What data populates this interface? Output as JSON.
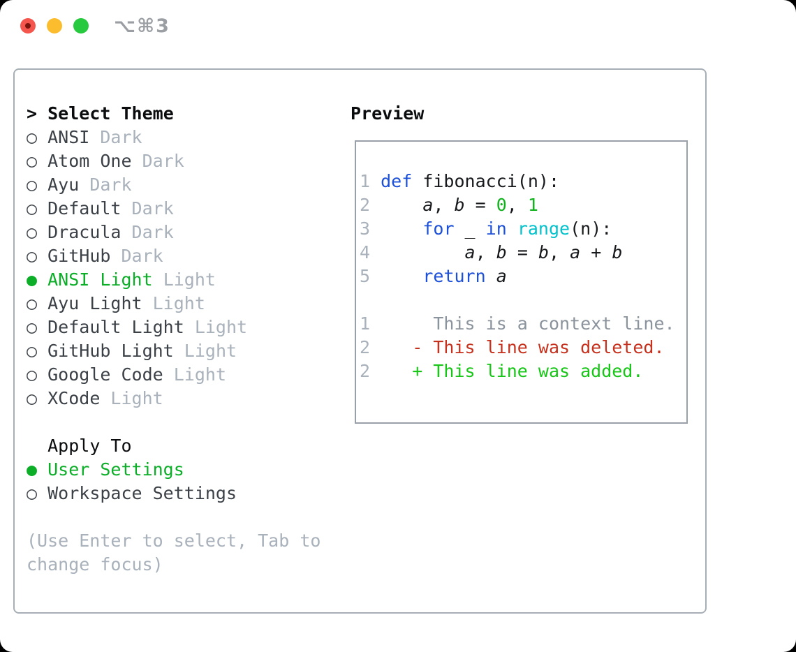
{
  "window": {
    "title": "⌥⌘3"
  },
  "icons": {
    "radio_off": "○",
    "radio_on": "●",
    "cursor_prefix": ">"
  },
  "colors": {
    "traffic_red": "#f4554d",
    "traffic_yellow": "#fbbd2d",
    "traffic_green": "#27c93f",
    "accent_green": "#0cae28",
    "keyword_blue": "#1d50d8",
    "builtin_cyan": "#04c2cc",
    "literal_green": "#12b21e",
    "deleted_red": "#c5311d",
    "added_green": "#17c517",
    "muted_gray": "#a9b1bb",
    "context_gray": "#8b939c"
  },
  "theme_panel": {
    "header_prefix": ">",
    "header": "Select Theme",
    "items": [
      {
        "name": "ANSI",
        "variant": "Dark",
        "selected": false
      },
      {
        "name": "Atom One",
        "variant": "Dark",
        "selected": false
      },
      {
        "name": "Ayu",
        "variant": "Dark",
        "selected": false
      },
      {
        "name": "Default",
        "variant": "Dark",
        "selected": false
      },
      {
        "name": "Dracula",
        "variant": "Dark",
        "selected": false
      },
      {
        "name": "GitHub",
        "variant": "Dark",
        "selected": false
      },
      {
        "name": "ANSI Light",
        "variant": "Light",
        "selected": true
      },
      {
        "name": "Ayu Light",
        "variant": "Light",
        "selected": false
      },
      {
        "name": "Default Light",
        "variant": "Light",
        "selected": false
      },
      {
        "name": "GitHub Light",
        "variant": "Light",
        "selected": false
      },
      {
        "name": "Google Code",
        "variant": "Light",
        "selected": false
      },
      {
        "name": "XCode",
        "variant": "Light",
        "selected": false
      }
    ]
  },
  "apply_panel": {
    "header": "Apply To",
    "options": [
      {
        "label": "User Settings",
        "selected": true
      },
      {
        "label": "Workspace Settings",
        "selected": false
      }
    ]
  },
  "hint": {
    "line1": "(Use Enter to select, Tab to",
    "line2": "change focus)"
  },
  "preview": {
    "header": "Preview",
    "code_lines": [
      {
        "ln": "1",
        "segments": [
          {
            "t": "def",
            "s": "kw"
          },
          {
            "t": " fibonacci(n):",
            "s": "plain"
          }
        ]
      },
      {
        "ln": "2",
        "segments": [
          {
            "t": "    ",
            "s": "plain"
          },
          {
            "t": "a",
            "s": "var"
          },
          {
            "t": ", ",
            "s": "plain"
          },
          {
            "t": "b",
            "s": "var"
          },
          {
            "t": " = ",
            "s": "plain"
          },
          {
            "t": "0",
            "s": "num"
          },
          {
            "t": ", ",
            "s": "plain"
          },
          {
            "t": "1",
            "s": "num"
          }
        ]
      },
      {
        "ln": "3",
        "segments": [
          {
            "t": "    ",
            "s": "plain"
          },
          {
            "t": "for",
            "s": "kw"
          },
          {
            "t": " _ ",
            "s": "plain"
          },
          {
            "t": "in",
            "s": "kw"
          },
          {
            "t": " ",
            "s": "plain"
          },
          {
            "t": "range",
            "s": "builtin"
          },
          {
            "t": "(n):",
            "s": "plain"
          }
        ]
      },
      {
        "ln": "4",
        "segments": [
          {
            "t": "        ",
            "s": "plain"
          },
          {
            "t": "a",
            "s": "var"
          },
          {
            "t": ", ",
            "s": "plain"
          },
          {
            "t": "b",
            "s": "var"
          },
          {
            "t": " = ",
            "s": "plain"
          },
          {
            "t": "b",
            "s": "var"
          },
          {
            "t": ", ",
            "s": "plain"
          },
          {
            "t": "a",
            "s": "var"
          },
          {
            "t": " + ",
            "s": "plain"
          },
          {
            "t": "b",
            "s": "var"
          }
        ]
      },
      {
        "ln": "5",
        "segments": [
          {
            "t": "    ",
            "s": "plain"
          },
          {
            "t": "return",
            "s": "kw"
          },
          {
            "t": " ",
            "s": "plain"
          },
          {
            "t": "a",
            "s": "var"
          }
        ]
      },
      {
        "ln": "",
        "segments": []
      },
      {
        "ln": "1",
        "segments": [
          {
            "t": "     This is a context line.",
            "s": "context"
          }
        ]
      },
      {
        "ln": "2",
        "segments": [
          {
            "t": "   ",
            "s": "plain"
          },
          {
            "t": "- This line was deleted.",
            "s": "deleted"
          }
        ]
      },
      {
        "ln": "2",
        "segments": [
          {
            "t": "   ",
            "s": "plain"
          },
          {
            "t": "+ This line was added.",
            "s": "added"
          }
        ]
      }
    ]
  }
}
